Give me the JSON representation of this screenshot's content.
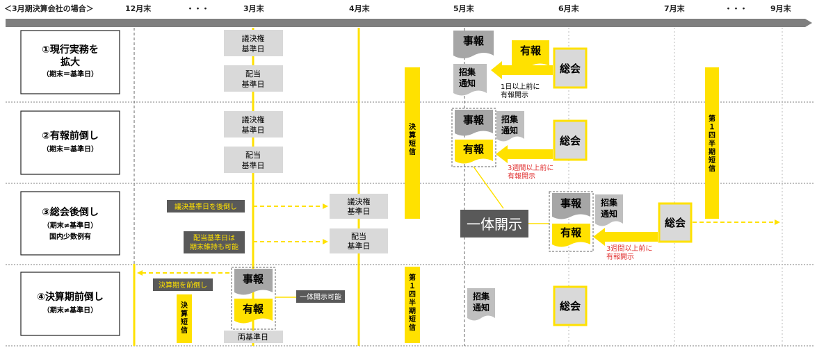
{
  "header": {
    "case_label": "＜3月期決算会社の場合＞",
    "months": [
      "12月末",
      "・・・",
      "3月末",
      "4月末",
      "5月末",
      "6月末",
      "7月末",
      "・・・",
      "9月末"
    ]
  },
  "rows": [
    {
      "title": [
        "①現行実務を",
        "拡大"
      ],
      "subtitle": [
        "（期末＝基準日）"
      ]
    },
    {
      "title": [
        "②有報前倒し"
      ],
      "subtitle": [
        "（期末＝基準日）"
      ]
    },
    {
      "title": [
        "③総会後倒し"
      ],
      "subtitle": [
        "（期末≠基準日）",
        "国内少数例有"
      ]
    },
    {
      "title": [
        "④決算期前倒し"
      ],
      "subtitle": [
        "（期末≠基準日）"
      ]
    }
  ],
  "labels": {
    "voting_record_date": [
      "議決権",
      "基準日"
    ],
    "dividend_record_date": [
      "配当",
      "基準日"
    ],
    "business_report": "事報",
    "securities_report": "有報",
    "convocation_notice": [
      "招集",
      "通知"
    ],
    "agm": "総会",
    "earnings_flash": "決算短信",
    "q1_flash": "第１四半期短信",
    "integrated_disclosure": "一体開示",
    "note_1day": [
      "1日以上前に",
      "有報開示"
    ],
    "note_3weeks": [
      "3週間以上前に",
      "有報開示"
    ],
    "postpone_voting_date": "議決基準日を後倒し",
    "dividend_date_keep": [
      "配当基準日は",
      "期末維持も可能"
    ],
    "move_fiscal_year": "決算期を前倒し",
    "integrated_possible": "一体開示可能",
    "both_record_dates": "両基準日"
  },
  "colors": {
    "yellow": "#FFE100",
    "gray_box": "#D9D9D9",
    "dark_label": "#595959",
    "red_note": "#E03030",
    "line": "#7F7F7F"
  }
}
